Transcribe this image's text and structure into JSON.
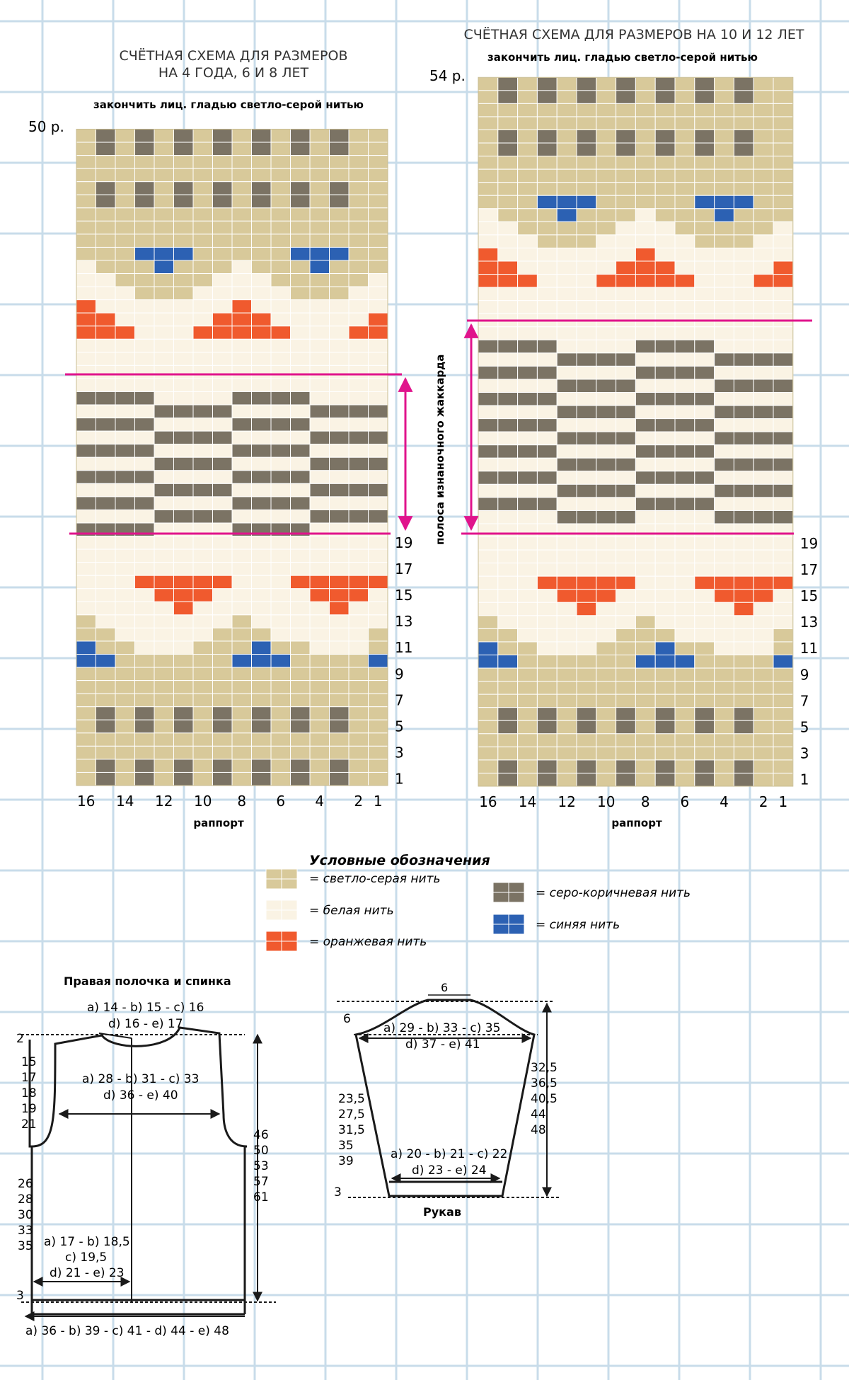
{
  "colors": {
    "light_grey": "#D8C99A",
    "white": "#FAF3E4",
    "brown": "#7B7364",
    "blue": "#2C61B3",
    "orange": "#F05A2E",
    "magenta": "#E0148C",
    "grid_line": "#FFFFFF",
    "page_grid": "#C8DCEA"
  },
  "chart_small": {
    "title_line1": "СЧЁТНАЯ СХЕМА ДЛЯ РАЗМЕРОВ",
    "title_line2": "НА 4 ГОДА, 6 И 8 ЛЕТ",
    "finish_note": "закончить лиц. гладью светло-серой нитью",
    "rows_label": "50 р.",
    "repeat_label": "раппорт",
    "col_labels": [
      "16",
      "14",
      "12",
      "10",
      "8",
      "6",
      "4",
      "2",
      "1"
    ],
    "row_labels": [
      "19",
      "17",
      "15",
      "13",
      "11",
      "9",
      "7",
      "5",
      "3",
      "1"
    ],
    "pattern": [
      "LBLBLBLBLBLBLBLL",
      "LBLBLBLBLBLBLBLL",
      "LLLLLLLLLLLLLLLL",
      "LLLLLLLLLLLLLLLL",
      "LBLBLBLBLBLBLBLL",
      "LBLBLBLBLBLBLBLL",
      "LLLLLLLLLLLLLLLL",
      "LLLLLLLLLLLLLLLL",
      "LLLLLLLLLLLLLLLL",
      "LLLUUULLLLLUUULL",
      "WLLLULLLWLLLULLL",
      "WWLLLLLWWWLLLLLW",
      "WWWLLLWWWWWLLLWW",
      "OWWWWWWWOWWWWWWW",
      "OOWWWWWOOOWWWWWO",
      "OOOWWWOOOOOWWWOO",
      "WWWWWWWWWWWWWWWW",
      "WWWWWWWWWWWWWWWW",
      "WWWWWWWWWWWWWWWW",
      "WWWWWWWWWWWWWWWW",
      "BBBBWWWWBBBBWWWW",
      "WWWWBBBBWWWWBBBB",
      "BBBBWWWWBBBBWWWW",
      "WWWWBBBBWWWWBBBB",
      "BBBBWWWWBBBBWWWW",
      "WWWWBBBBWWWWBBBB",
      "BBBBWWWWBBBBWWWW",
      "WWWWBBBBWWWWBBBB",
      "BBBBWWWWBBBBWWWW",
      "WWWWBBBBWWWWBBBB",
      "BBBBWWWWBBBBWWWW",
      "WWWWWWWWWWWWWWWW",
      "WWWWWWWWWWWWWWWW",
      "WWWWWWWWWWWWWWWW",
      "WWWOOOOOWWWOOOOO",
      "WWWWOOOWWWWWOOOW",
      "WWWWWOWWWWWWWOWW",
      "LWWWWWWWLWWWWWWW",
      "LLWWWWWLLLWWWWWL",
      "ULLWWWLLLULLWWWL",
      "UULLLLLLUUULLLLU",
      "LLLLLLLLLLLLLLLL",
      "LLLLLLLLLLLLLLLL",
      "LLLLLLLLLLLLLLLL",
      "LBLBLBLBLBLBLBLL",
      "LBLBLBLBLBLBLBLL",
      "LLLLLLLLLLLLLLLL",
      "LLLLLLLLLLLLLLLL",
      "LBLBLBLBLBLBLBLL",
      "LBLBLBLBLBLBLBLL"
    ]
  },
  "chart_large": {
    "title": "СЧЁТНАЯ СХЕМА ДЛЯ РАЗМЕРОВ НА 10 И 12 ЛЕТ",
    "finish_note": "закончить лиц. гладью светло-серой нитью",
    "rows_label": "54 р.",
    "repeat_label": "раппорт",
    "stripe_label": "полоса изнаночного жаккарда",
    "col_labels": [
      "16",
      "14",
      "12",
      "10",
      "8",
      "6",
      "4",
      "2",
      "1"
    ],
    "row_labels": [
      "19",
      "17",
      "15",
      "13",
      "11",
      "9",
      "7",
      "5",
      "3",
      "1"
    ],
    "pattern": [
      "LBLBLBLBLBLBLBLL",
      "LBLBLBLBLBLBLBLL",
      "LLLLLLLLLLLLLLLL",
      "LLLLLLLLLLLLLLLL",
      "LBLBLBLBLBLBLBLL",
      "LBLBLBLBLBLBLBLL",
      "LLLLLLLLLLLLLLLL",
      "LLLLLLLLLLLLLLLL",
      "LLLLLLLLLLLLLLLL",
      "LLLUUULLLLLUUULL",
      "WLLLULLLWLLLULLL",
      "WWLLLLLWWWLLLLLW",
      "WWWLLLWWWWWLLLWW",
      "OWWWWWWWOWWWWWWW",
      "OOWWWWWOOOWWWWWO",
      "OOOWWWOOOOOWWWOO",
      "WWWWWWWWWWWWWWWW",
      "WWWWWWWWWWWWWWWW",
      "WWWWWWWWWWWWWWWW",
      "WWWWWWWWWWWWWWWW",
      "BBBBWWWWBBBBWWWW",
      "WWWWBBBBWWWWBBBB",
      "BBBBWWWWBBBBWWWW",
      "WWWWBBBBWWWWBBBB",
      "BBBBWWWWBBBBWWWW",
      "WWWWBBBBWWWWBBBB",
      "BBBBWWWWBBBBWWWW",
      "WWWWBBBBWWWWBBBB",
      "BBBBWWWWBBBBWWWW",
      "WWWWBBBBWWWWBBBB",
      "BBBBWWWWBBBBWWWW",
      "WWWWBBBBWWWWBBBB",
      "BBBBWWWWBBBBWWWW",
      "WWWWBBBBWWWWBBBB",
      "WWWWWWWWWWWWWWWW",
      "WWWWWWWWWWWWWWWW",
      "WWWWWWWWWWWWWWWW",
      "WWWWWWWWWWWWWWWW",
      "WWWOOOOOWWWOOOOO",
      "WWWWOOOWWWWWOOOW",
      "WWWWWOWWWWWWWOWW",
      "LWWWWWWWLWWWWWWW",
      "LLWWWWWLLLWWWWWL",
      "ULLWWWLLLULLWWWL",
      "UULLLLLLUUULLLLU",
      "LLLLLLLLLLLLLLLL",
      "LLLLLLLLLLLLLLLL",
      "LLLLLLLLLLLLLLLL",
      "LBLBLBLBLBLBLBLL",
      "LBLBLBLBLBLBLBLL",
      "LLLLLLLLLLLLLLLL",
      "LLLLLLLLLLLLLLLL",
      "LBLBLBLBLBLBLBLL",
      "LBLBLBLBLBLBLBLL"
    ]
  },
  "legend": {
    "title": "Условные обозначения",
    "items": [
      {
        "key": "L",
        "label": "= светло-серая нить"
      },
      {
        "key": "W",
        "label": "= белая нить"
      },
      {
        "key": "O",
        "label": "= оранжевая нить"
      },
      {
        "key": "B",
        "label": "= серо-коричневая нить"
      },
      {
        "key": "U",
        "label": "= синяя нить"
      }
    ]
  },
  "body_pattern": {
    "title": "Правая полочка и спинка",
    "neck_width_1": "a) 14 - b) 15 - c) 16",
    "neck_width_2": "d) 16 - e) 17",
    "shoulder_drop": "2",
    "chest_width_1": "a) 28 - b) 31 - c) 33",
    "chest_width_2": "d) 36 - e) 40",
    "armhole_heights": [
      "15",
      "17",
      "18",
      "19",
      "21"
    ],
    "side_heights": [
      "26",
      "28",
      "30",
      "33",
      "35"
    ],
    "total_heights": [
      "46",
      "50",
      "53",
      "57",
      "61"
    ],
    "front_width_1": "a) 17 - b) 18,5",
    "front_width_2": "c) 19,5",
    "front_width_3": "d) 21 - e) 23",
    "hem": "3",
    "bottom_width": "a) 36 - b) 39 - c) 41 - d) 44 - e) 48"
  },
  "sleeve_pattern": {
    "title": "Рукав",
    "top": "6",
    "cap_height": "6",
    "top_width_1": "a) 29 - b) 33 - c) 35",
    "top_width_2": "d) 37 - e) 41",
    "side_lengths": [
      "23,5",
      "27,5",
      "31,5",
      "35",
      "39"
    ],
    "total_lengths": [
      "32,5",
      "36,5",
      "40,5",
      "44",
      "48"
    ],
    "cuff_width_1": "a) 20 - b) 21 - c) 22",
    "cuff_width_2": "d) 23 - e) 24",
    "cuff": "3"
  }
}
